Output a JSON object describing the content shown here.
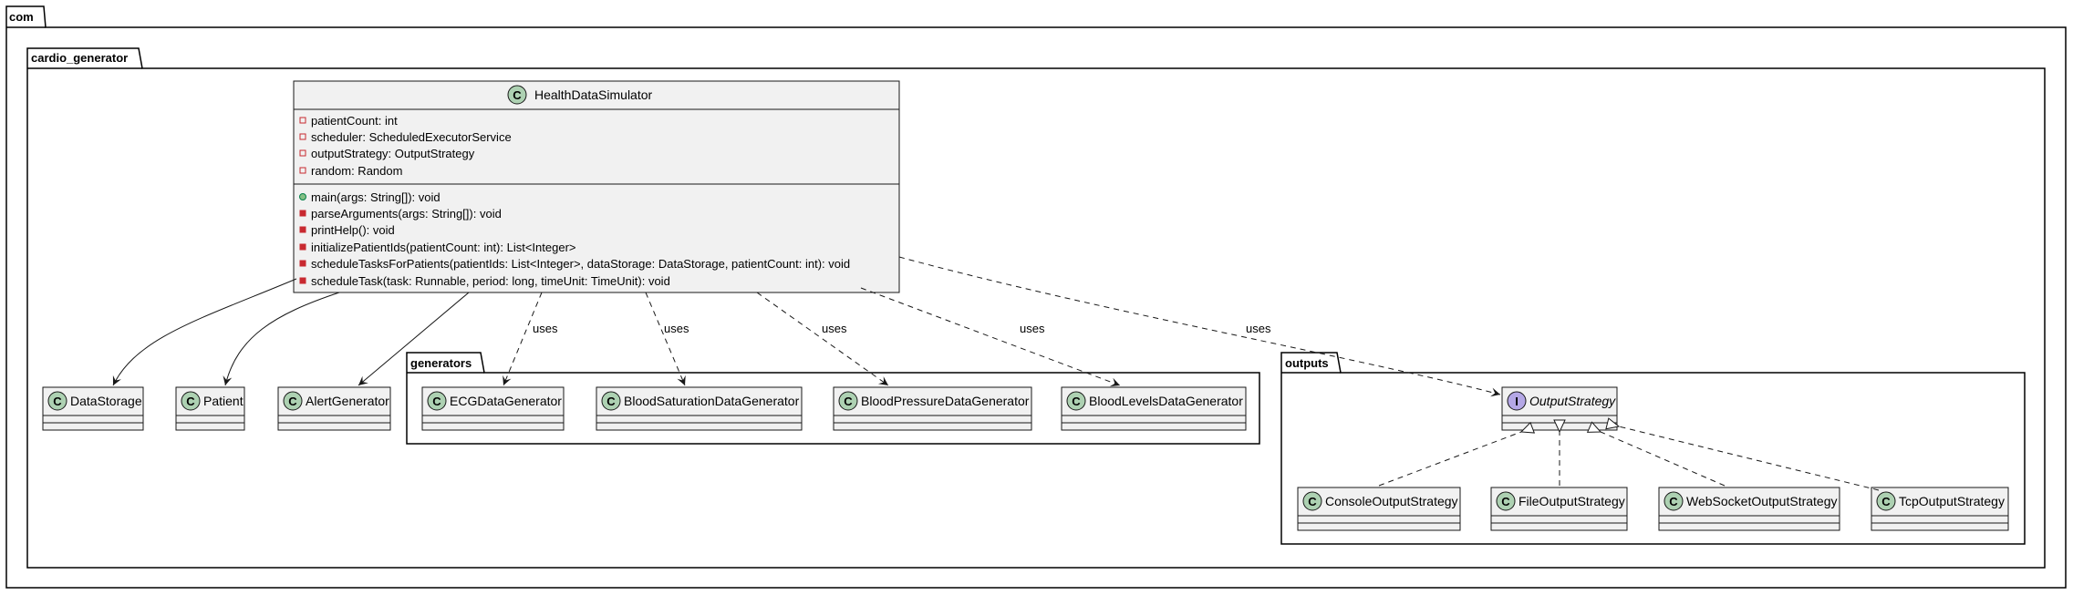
{
  "packages": {
    "com": "com",
    "cardio_generator": "cardio_generator",
    "generators": "generators",
    "outputs": "outputs"
  },
  "classes": {
    "HealthDataSimulator": {
      "name": "HealthDataSimulator",
      "stereotype": "C",
      "fields": [
        "patientCount: int",
        "scheduler: ScheduledExecutorService",
        "outputStrategy: OutputStrategy",
        "random: Random"
      ],
      "methods": [
        "main(args: String[]): void",
        "parseArguments(args: String[]): void",
        "printHelp(): void",
        "initializePatientIds(patientCount: int): List<Integer>",
        "scheduleTasksForPatients(patientIds: List<Integer>, dataStorage: DataStorage, patientCount: int): void",
        "scheduleTask(task: Runnable, period: long, timeUnit: TimeUnit): void"
      ]
    },
    "DataStorage": {
      "name": "DataStorage",
      "stereotype": "C"
    },
    "Patient": {
      "name": "Patient",
      "stereotype": "C"
    },
    "AlertGenerator": {
      "name": "AlertGenerator",
      "stereotype": "C"
    },
    "ECGDataGenerator": {
      "name": "ECGDataGenerator",
      "stereotype": "C"
    },
    "BloodSaturationDataGenerator": {
      "name": "BloodSaturationDataGenerator",
      "stereotype": "C"
    },
    "BloodPressureDataGenerator": {
      "name": "BloodPressureDataGenerator",
      "stereotype": "C"
    },
    "BloodLevelsDataGenerator": {
      "name": "BloodLevelsDataGenerator",
      "stereotype": "C"
    },
    "OutputStrategy": {
      "name": "OutputStrategy",
      "stereotype": "I"
    },
    "ConsoleOutputStrategy": {
      "name": "ConsoleOutputStrategy",
      "stereotype": "C"
    },
    "FileOutputStrategy": {
      "name": "FileOutputStrategy",
      "stereotype": "C"
    },
    "WebSocketOutputStrategy": {
      "name": "WebSocketOutputStrategy",
      "stereotype": "C"
    },
    "TcpOutputStrategy": {
      "name": "TcpOutputStrategy",
      "stereotype": "C"
    }
  },
  "edge_labels": {
    "uses": "uses"
  },
  "colors": {
    "class_fill": "#F1F1F1",
    "class_stroke": "#181818",
    "class_badge": "#ADD1B2",
    "interface_badge": "#B4A7E5",
    "private_field": "#C82930",
    "public_method": "#84BE84"
  }
}
